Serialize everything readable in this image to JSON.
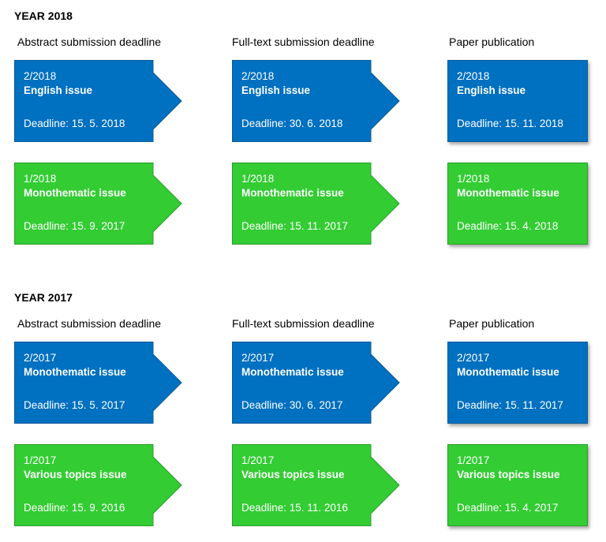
{
  "colors": {
    "blue": "#0070C0",
    "blue_border": "#0B5A9A",
    "green": "#33CC33",
    "green_border": "#2A9E2A"
  },
  "years": [
    {
      "heading": "YEAR 2018",
      "columns": {
        "abstract": "Abstract submission deadline",
        "fulltext": "Full-text submission deadline",
        "publication": "Paper publication"
      },
      "rows": [
        {
          "color": "blue",
          "abstract": {
            "issue_no": "2/2018",
            "title": "English issue",
            "deadline": "Deadline: 15. 5. 2018"
          },
          "fulltext": {
            "issue_no": "2/2018",
            "title": "English issue",
            "deadline": "Deadline: 30. 6. 2018"
          },
          "publication": {
            "issue_no": "2/2018",
            "title": "English issue",
            "deadline": "Deadline: 15. 11. 2018"
          }
        },
        {
          "color": "green",
          "abstract": {
            "issue_no": "1/2018",
            "title": "Monothematic issue",
            "deadline": "Deadline: 15. 9. 2017"
          },
          "fulltext": {
            "issue_no": "1/2018",
            "title": "Monothematic issue",
            "deadline": "Deadline: 15. 11. 2017"
          },
          "publication": {
            "issue_no": "1/2018",
            "title": "Monothematic issue",
            "deadline": "Deadline: 15. 4. 2018"
          }
        }
      ]
    },
    {
      "heading": "YEAR 2017",
      "columns": {
        "abstract": "Abstract submission deadline",
        "fulltext": "Full-text submission deadline",
        "publication": "Paper publication"
      },
      "rows": [
        {
          "color": "blue",
          "abstract": {
            "issue_no": "2/2017",
            "title": "Monothematic issue",
            "deadline": "Deadline: 15. 5. 2017"
          },
          "fulltext": {
            "issue_no": "2/2017",
            "title": "Monothematic issue",
            "deadline": "Deadline: 30. 6. 2017"
          },
          "publication": {
            "issue_no": "2/2017",
            "title": "Monothematic issue",
            "deadline": "Deadline: 15. 11. 2017"
          }
        },
        {
          "color": "green",
          "abstract": {
            "issue_no": "1/2017",
            "title": "Various topics issue",
            "deadline": "Deadline: 15. 9. 2016"
          },
          "fulltext": {
            "issue_no": "1/2017",
            "title": "Various topics issue",
            "deadline": "Deadline: 15. 11. 2016"
          },
          "publication": {
            "issue_no": "1/2017",
            "title": "Various topics issue",
            "deadline": "Deadline: 15. 4. 2017"
          }
        }
      ]
    }
  ]
}
